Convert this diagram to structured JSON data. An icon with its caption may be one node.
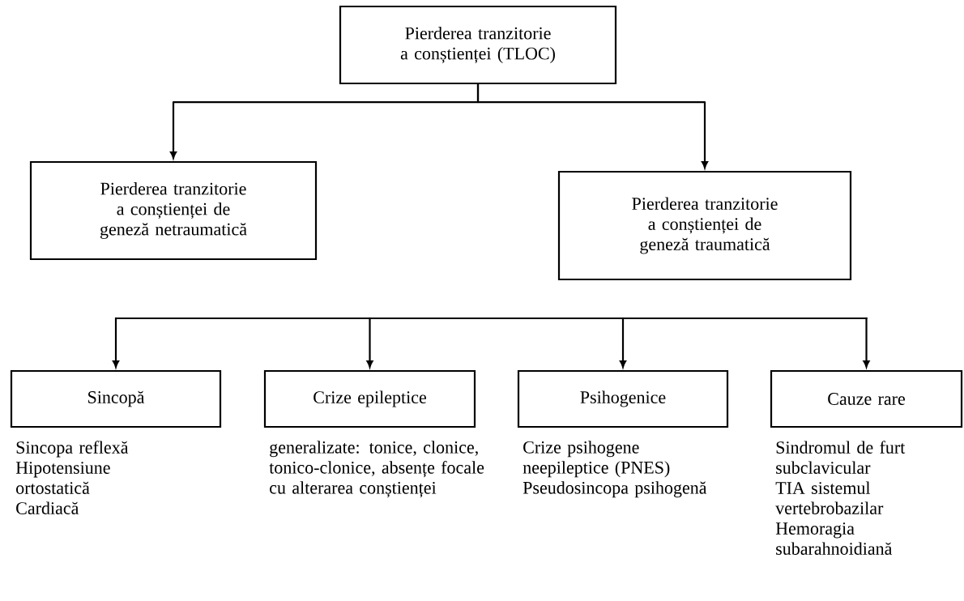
{
  "diagram": {
    "nodes": [
      {
        "text": [
          "Pierderea tranzitorie a conștienței (TLOC)"
        ]
      },
      {
        "text": [
          "Pierderea tranzitorie a conștienței de geneză netraumatică"
        ]
      },
      {
        "text": [
          "Pierderea tranzitorie a conștienței de geneză traumatică"
        ]
      },
      {
        "text": [
          "Sincopă"
        ],
        "beside": [
          "Sincopa reflexă",
          "Hipotensiune ortostatică",
          "Cardiacă"
        ]
      },
      {
        "text": [
          "Crize epileptice"
        ],
        "beside": [
          "generalizate: tonice, clonice, tonico-clonice, absențe focale cu alterarea conștienței"
        ]
      },
      {
        "text": [
          "Psihogenice"
        ],
        "beside": [
          "Crize psihogene neepileptice (PNES)",
          "Pseudosincopa psihogenă"
        ]
      },
      {
        "text": [
          "Cauze rare"
        ],
        "beside": [
          "Sindromul de furt subclavicular",
          "TIA sistemul vertebrobazilar",
          "Hemoragia subarahnoidiană"
        ]
      }
    ],
    "edges": [
      {
        "from": 0,
        "to": 1,
        "arrow": "to"
      },
      {
        "from": 0,
        "to": 2,
        "arrow": "to"
      },
      {
        "from": null,
        "to": 3,
        "arrow": "to"
      },
      {
        "from": null,
        "to": 4,
        "arrow": "to"
      },
      {
        "from": null,
        "to": 5,
        "arrow": "to"
      },
      {
        "from": null,
        "to": 6,
        "arrow": "to"
      }
    ]
  }
}
